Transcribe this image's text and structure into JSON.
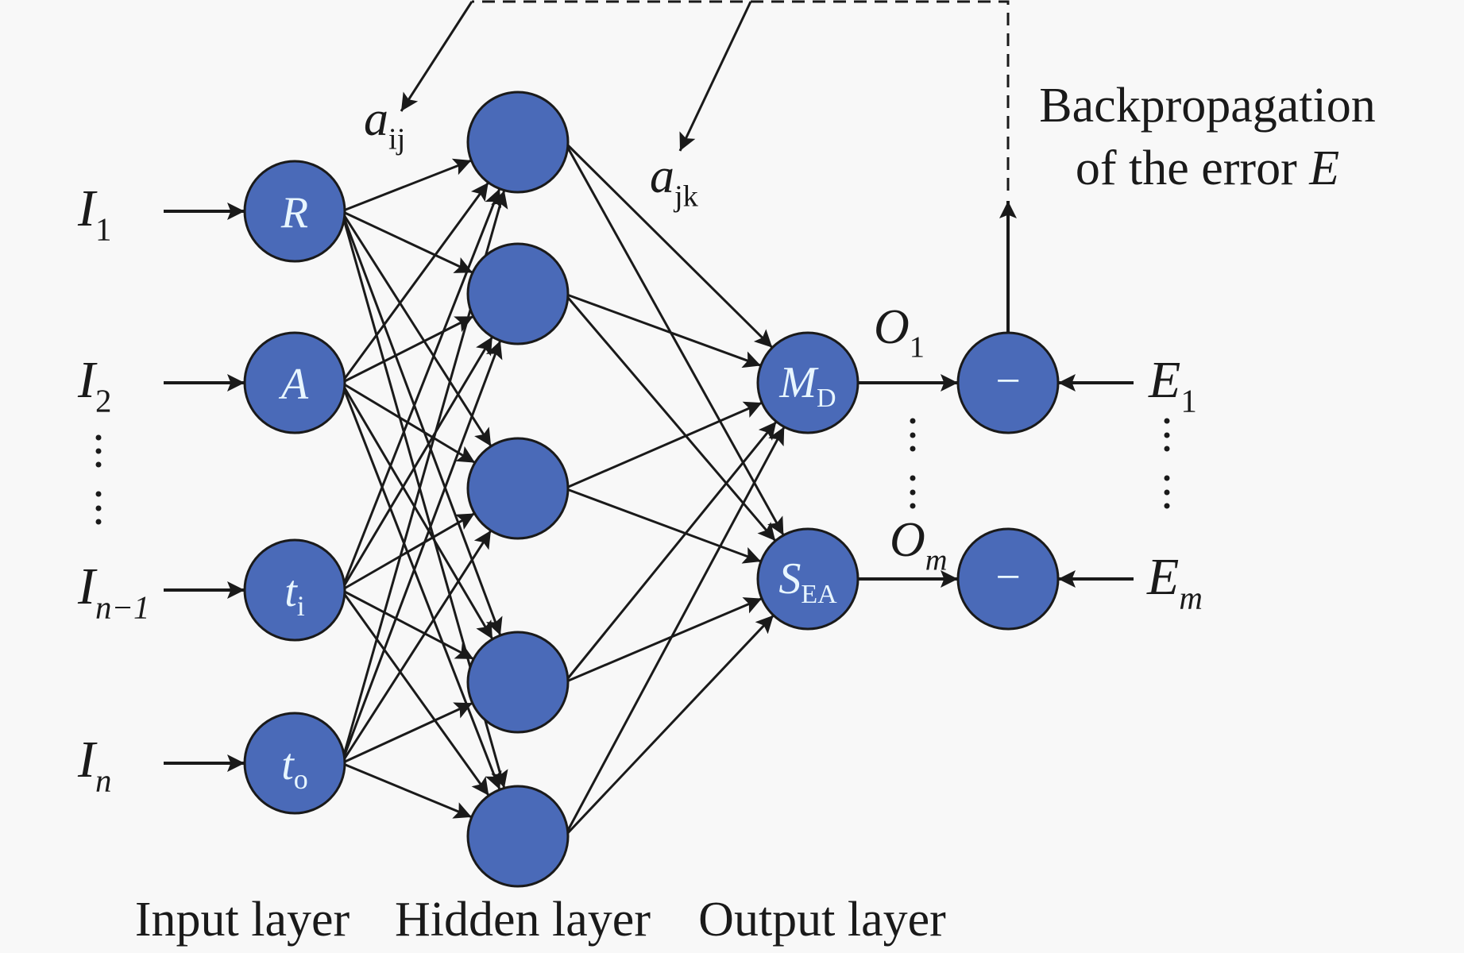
{
  "diagram": {
    "title": "Backpropagation neural network",
    "colors": {
      "node_fill": "#4a6ab8",
      "node_stroke": "#1a1a1a",
      "edge": "#1a1a1a",
      "node_text": "#e8f6ff",
      "background": "#f8f8f8"
    },
    "inputs": [
      {
        "label": "I",
        "sub": "1",
        "sub_italic": false
      },
      {
        "label": "I",
        "sub": "2",
        "sub_italic": false
      },
      {
        "label": "I",
        "sub": "n−1",
        "sub_italic": true
      },
      {
        "label": "I",
        "sub": "n",
        "sub_italic": true
      }
    ],
    "input_nodes": [
      {
        "main": "R",
        "sub": ""
      },
      {
        "main": "A",
        "sub": ""
      },
      {
        "main": "t",
        "sub": "i"
      },
      {
        "main": "t",
        "sub": "o"
      }
    ],
    "hidden_node_count": 5,
    "output_nodes": [
      {
        "main": "M",
        "sub": "D"
      },
      {
        "main": "S",
        "sub": "EA"
      }
    ],
    "outputs": [
      {
        "label": "O",
        "sub": "1",
        "sub_italic": false
      },
      {
        "label": "O",
        "sub": "m",
        "sub_italic": true
      }
    ],
    "error_nodes": [
      {
        "symbol": "−"
      },
      {
        "symbol": "−"
      }
    ],
    "errors": [
      {
        "label": "E",
        "sub": "1",
        "sub_italic": false
      },
      {
        "label": "E",
        "sub": "m",
        "sub_italic": true
      }
    ],
    "weights": {
      "input_hidden": {
        "label": "a",
        "sub": "ij"
      },
      "hidden_output": {
        "label": "a",
        "sub": "jk"
      }
    },
    "backprop_label": {
      "line1": "Backpropagation",
      "line2_prefix": "of the error ",
      "line2_var": "E"
    },
    "layer_labels": {
      "input": "Input layer",
      "hidden": "Hidden layer",
      "output": "Output layer"
    }
  }
}
